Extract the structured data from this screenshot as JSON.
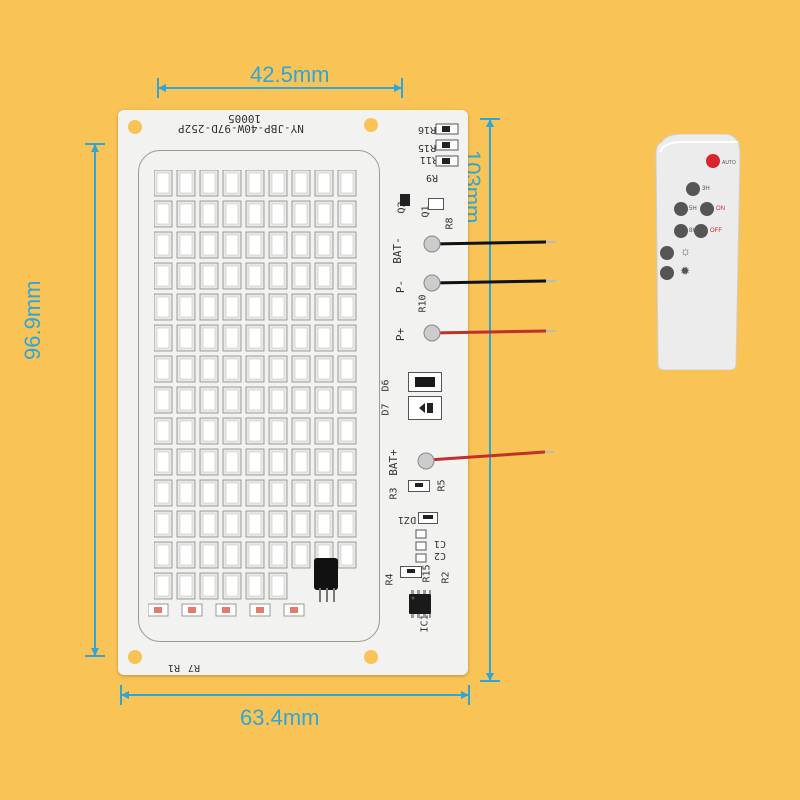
{
  "dimensions": {
    "top_width": "42.5mm",
    "bottom_width": "63.4mm",
    "left_height": "96.9mm",
    "right_height": "103mm",
    "color": "#2EA6D9"
  },
  "pcb": {
    "model_text": "NY-JBP-40W-97D-252P",
    "batch_text": "10005",
    "labels": {
      "bat_minus": "BAT-",
      "p_minus": "P-",
      "p_plus": "P+",
      "bat_plus": "BAT+",
      "r16": "R16",
      "r15": "R15",
      "r11": "R11",
      "r9": "R9",
      "q2": "Q2",
      "q1": "Q1",
      "r8": "R8",
      "r10": "R10",
      "d6": "D6",
      "d7": "D7",
      "r3": "R3",
      "r5": "R5",
      "dz1": "DZ1",
      "c1": "C1",
      "c2": "C2",
      "r4": "R4",
      "r15b": "R15",
      "r2": "R2",
      "ic1": "IC1",
      "r7": "R7",
      "r1": "R1"
    }
  },
  "remote": {
    "buttons": [
      {
        "label": "AUTO",
        "color": "#D8252E"
      },
      {
        "label": "3H",
        "color": "#555555"
      },
      {
        "label": "5H",
        "color": "#555555"
      },
      {
        "label": "ON",
        "color": "#D8252E"
      },
      {
        "label": "8H",
        "color": "#555555"
      },
      {
        "label": "OFF",
        "color": "#D8252E"
      },
      {
        "label": "dim-icon",
        "color": "#555555"
      },
      {
        "label": "bright-icon",
        "color": "#555555"
      }
    ]
  }
}
